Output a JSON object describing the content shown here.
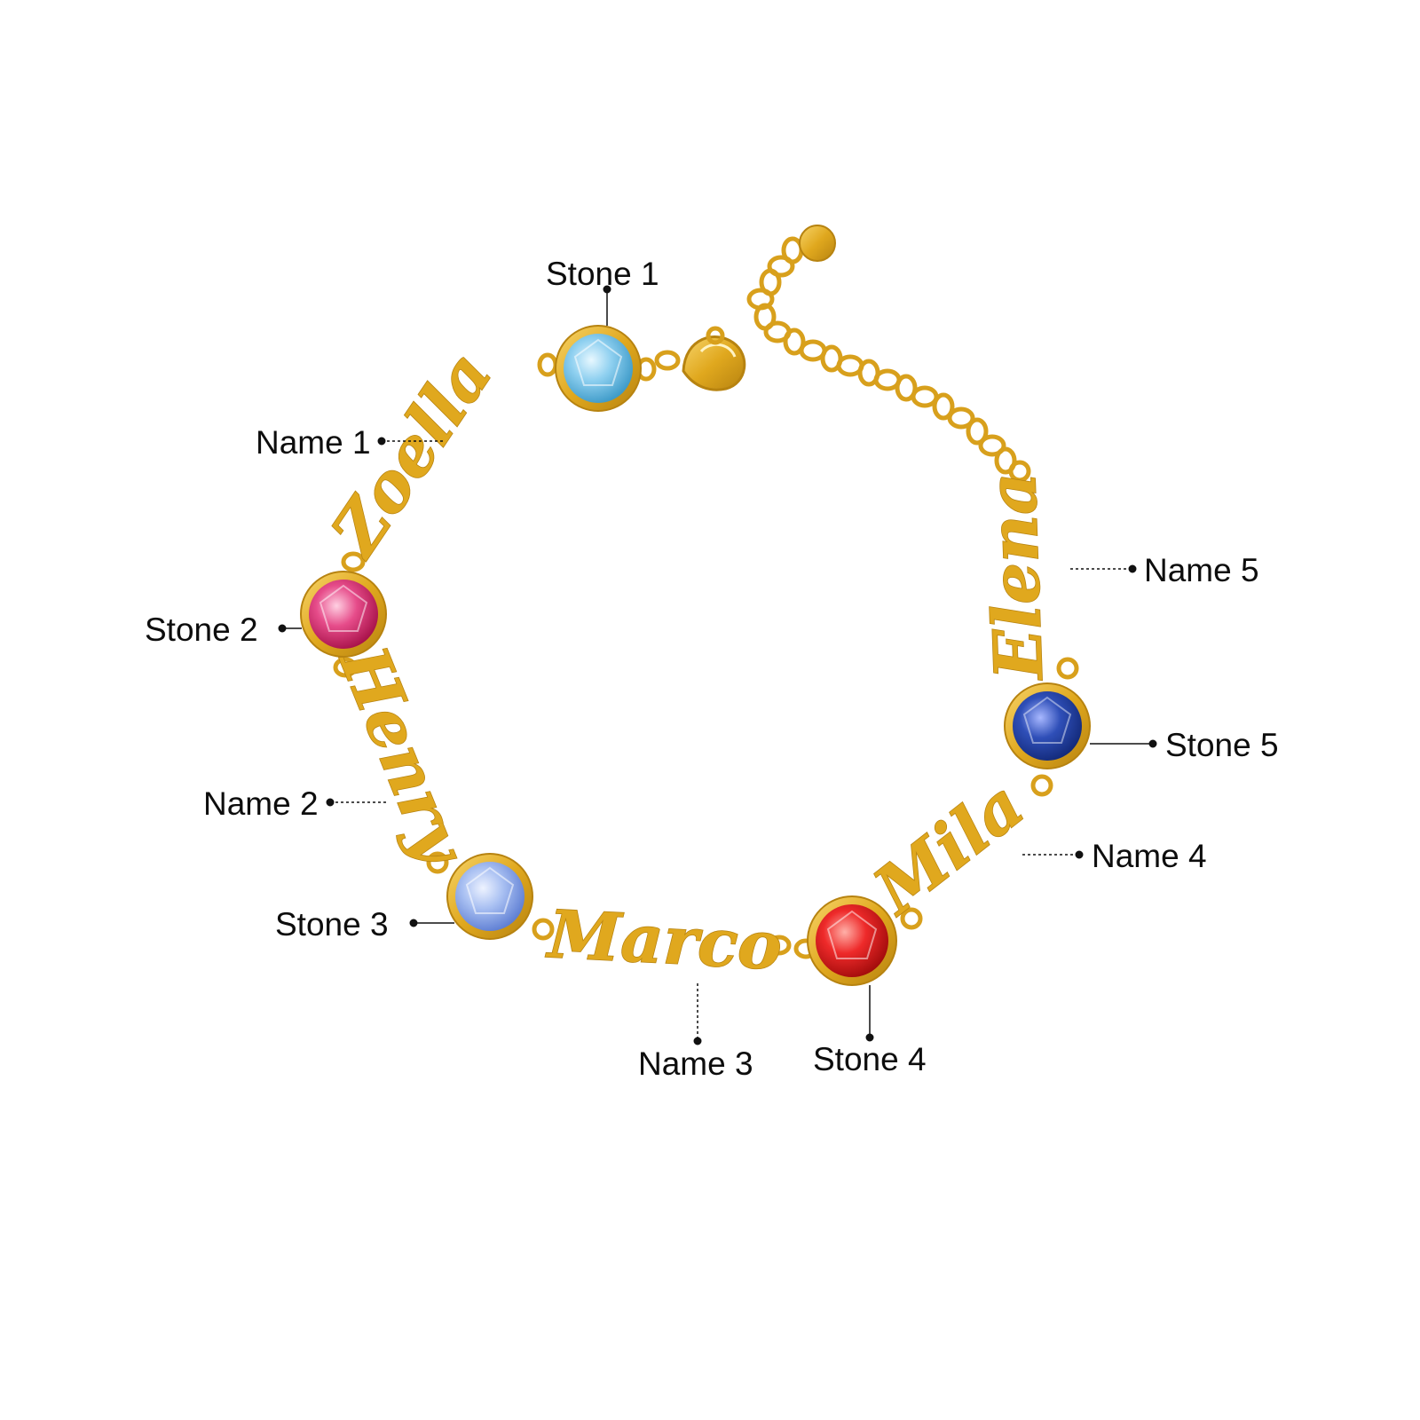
{
  "colors": {
    "background": "#ffffff",
    "gold": "#e0a81e",
    "gold_dark": "#b78310",
    "leader": "#111111"
  },
  "stones": [
    {
      "label": "Stone 1",
      "color": "#8fd0f0",
      "color_dark": "#3d9ac8"
    },
    {
      "label": "Stone 2",
      "color": "#e64c8a",
      "color_dark": "#a8124a"
    },
    {
      "label": "Stone 3",
      "color": "#a9c0f2",
      "color_dark": "#5e7ed3"
    },
    {
      "label": "Stone 4",
      "color": "#ee2a2a",
      "color_dark": "#a30c0c"
    },
    {
      "label": "Stone 5",
      "color": "#2f4fb8",
      "color_dark": "#132a7a"
    }
  ],
  "names": [
    {
      "label": "Name 1",
      "engraving": "Zoella"
    },
    {
      "label": "Name 2",
      "engraving": "Henry"
    },
    {
      "label": "Name 3",
      "engraving": "Marco"
    },
    {
      "label": "Name 4",
      "engraving": "Mila"
    },
    {
      "label": "Name 5",
      "engraving": "Elena"
    }
  ]
}
